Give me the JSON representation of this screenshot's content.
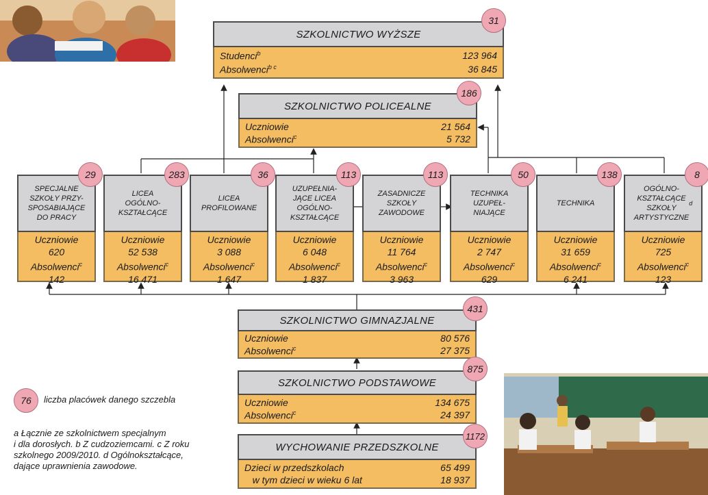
{
  "higher": {
    "title": "SZKOLNICTWO WYŻSZE",
    "badge": "31",
    "rows": [
      {
        "label": "Studenci",
        "sup": "b",
        "value": "123 964"
      },
      {
        "label": "Absolwenci",
        "sup": "b c",
        "value": "36 845"
      }
    ]
  },
  "postsecondary": {
    "title": "SZKOLNICTWO POLICEALNE",
    "badge": "186",
    "rows": [
      {
        "label": "Uczniowie",
        "sup": "",
        "value": "21 564"
      },
      {
        "label": "Absolwenci",
        "sup": "c",
        "value": "5 732"
      }
    ]
  },
  "secondary": [
    {
      "title": "SPECJALNE\nSZKOŁY PRZY-\nSPOSABIAJĄCE\nDO PRACY",
      "sup": "",
      "badge": "29",
      "students_label": "Uczniowie",
      "students": "620",
      "grads_label": "Absolwenci",
      "grads_sup": "c",
      "grads": "142"
    },
    {
      "title": "LICEA\nOGÓLNO-\nKSZTAŁCĄCE",
      "sup": "",
      "badge": "283",
      "students_label": "Uczniowie",
      "students": "52 538",
      "grads_label": "Absolwenci",
      "grads_sup": "c",
      "grads": "16 471"
    },
    {
      "title": "LICEA\nPROFILOWANE",
      "sup": "",
      "badge": "36",
      "students_label": "Uczniowie",
      "students": "3 088",
      "grads_label": "Absolwenci",
      "grads_sup": "c",
      "grads": "1 647"
    },
    {
      "title": "UZUPEŁNIA-\nJĄCE LICEA\nOGÓLNO-\nKSZTAŁCĄCE",
      "sup": "",
      "badge": "113",
      "students_label": "Uczniowie",
      "students": "6 048",
      "grads_label": "Absolwenci",
      "grads_sup": "c",
      "grads": "1 837"
    },
    {
      "title": "ZASADNICZE\nSZKOŁY\nZAWODOWE",
      "sup": "",
      "badge": "113",
      "students_label": "Uczniowie",
      "students": "11 764",
      "grads_label": "Absolwenci",
      "grads_sup": "c",
      "grads": "3 963"
    },
    {
      "title": "TECHNIKA\nUZUPEŁ-\nNIAJĄCE",
      "sup": "",
      "badge": "50",
      "students_label": "Uczniowie",
      "students": "2 747",
      "grads_label": "Absolwenci",
      "grads_sup": "c",
      "grads": "629"
    },
    {
      "title": "TECHNIKA",
      "sup": "",
      "badge": "138",
      "students_label": "Uczniowie",
      "students": "31 659",
      "grads_label": "Absolwenci",
      "grads_sup": "c",
      "grads": "6 241"
    },
    {
      "title": "OGÓLNO-\nKSZTAŁCĄCE\nSZKOŁY\nARTYSTYCZNE",
      "sup": "d",
      "badge": "8",
      "students_label": "Uczniowie",
      "students": "725",
      "grads_label": "Absolwenci",
      "grads_sup": "c",
      "grads": "123"
    }
  ],
  "lower_secondary": {
    "title": "SZKOLNICTWO GIMNAZJALNE",
    "badge": "431",
    "rows": [
      {
        "label": "Uczniowie",
        "sup": "",
        "value": "80 576"
      },
      {
        "label": "Absolwenci",
        "sup": "c",
        "value": "27 375"
      }
    ]
  },
  "primary": {
    "title": "SZKOLNICTWO PODSTAWOWE",
    "badge": "875",
    "rows": [
      {
        "label": "Uczniowie",
        "sup": "",
        "value": "134 675"
      },
      {
        "label": "Absolwenci",
        "sup": "c",
        "value": "24 397"
      }
    ]
  },
  "preschool": {
    "title": "WYCHOWANIE PRZEDSZKOLNE",
    "badge": "1172",
    "rows": [
      {
        "label": "Dzieci w przedszkolach",
        "sup": "",
        "value": "65 499"
      },
      {
        "label": "   w tym dzieci w wieku 6 lat",
        "sup": "",
        "value": "18 937"
      }
    ]
  },
  "legend": {
    "badge": "76",
    "text": "liczba placówek danego szczebla"
  },
  "footnote": "a  Łącznie ze szkolnictwem specjalnym\ni dla dorosłych. b Z cudzoziemcami. c Z roku\nszkolnego 2009/2010. d Ogólnokształcące,\ndające uprawnienia zawodowe.",
  "colors": {
    "gray_box": "#d4d4d6",
    "orange_box": "#f4bd62",
    "badge": "#f0a7b4"
  }
}
